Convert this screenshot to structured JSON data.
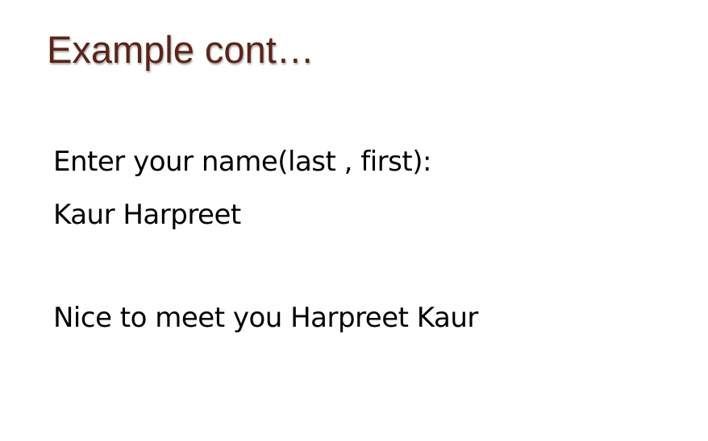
{
  "slide": {
    "title": "Example cont…",
    "lines": [
      "Enter your name(last , first):",
      "Kaur Harpreet",
      "Nice to meet you Harpreet Kaur"
    ],
    "colors": {
      "title": "#5b2418",
      "text": "#000000",
      "background": "#ffffff"
    }
  }
}
